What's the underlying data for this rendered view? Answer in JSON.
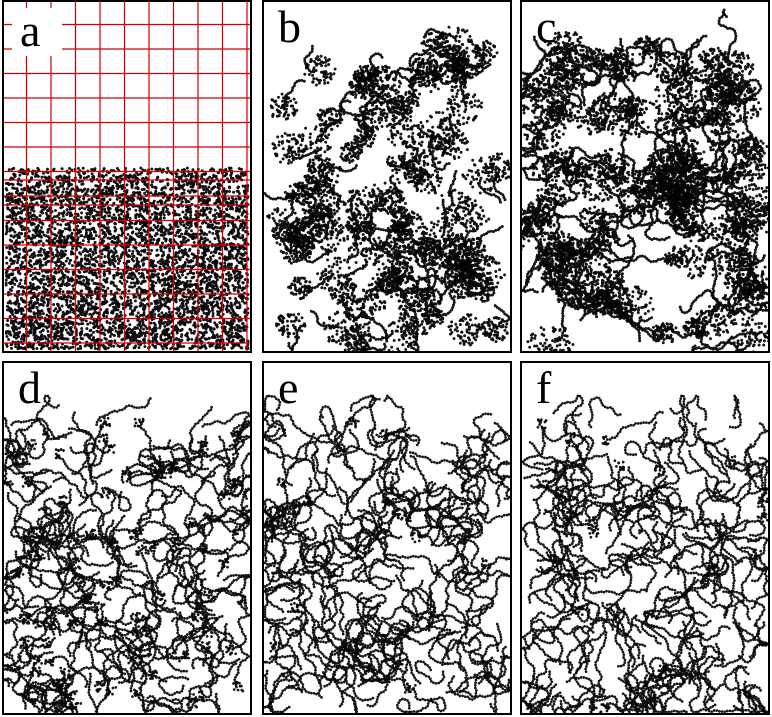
{
  "figure": {
    "panels": [
      {
        "id": "a",
        "label": "a",
        "style": "gridded-compact"
      },
      {
        "id": "b",
        "label": "b",
        "style": "clusters"
      },
      {
        "id": "c",
        "label": "c",
        "style": "clusters-loose"
      },
      {
        "id": "d",
        "label": "d",
        "style": "network"
      },
      {
        "id": "e",
        "label": "e",
        "style": "network-fine"
      },
      {
        "id": "f",
        "label": "f",
        "style": "network-fine"
      }
    ],
    "colors": {
      "grid": "#d40000",
      "particles": "#1a1a1a",
      "frame": "#000000",
      "background": "#ffffff"
    }
  }
}
